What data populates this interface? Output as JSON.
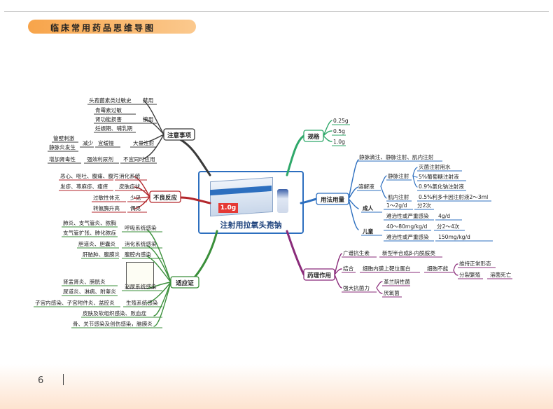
{
  "header": {
    "title": "临床常用药品思维导图"
  },
  "footer": {
    "page_number": "6"
  },
  "center": {
    "label": "注射用拉氧头孢钠",
    "box_dose": "1.0g"
  },
  "colors": {
    "caution": "#3a3a3a",
    "adverse": "#b3262b",
    "indication": "#3a8f3a",
    "spec": "#2fa86a",
    "usage": "#2d6fbf",
    "pharma": "#8a2b7a",
    "accent": "#f7a44a"
  },
  "branches": {
    "caution": {
      "label": "注意事项",
      "items": [
        "头孢菌素类过敏史",
        "禁用",
        "青霉素过敏",
        "肾功能损害",
        "慎用",
        "妊娠期、哺乳期",
        "管壁刺激",
        "静脉炎发生",
        "减少",
        "宜缓慢",
        "大量注射",
        "增加肾毒性",
        "强效利尿剂",
        "不宜同时应用"
      ]
    },
    "adverse": {
      "label": "不良反应",
      "items": [
        "恶心、呕吐、腹痛、腹泻",
        "消化系统",
        "发疹、荨麻疹、瘙痒",
        "皮肤症状",
        "过敏性休克",
        "少见",
        "转氨酶升高",
        "偶见"
      ]
    },
    "indication": {
      "label": "适应证",
      "items": [
        "肺炎、支气管炎、脓胸",
        "支气管扩张、肺化脓症",
        "呼吸系统感染",
        "胆道炎、胆囊炎",
        "消化系统感染",
        "肝脓肿、腹膜炎",
        "腹腔内感染",
        "肾盂肾炎、膀胱炎",
        "尿道炎、淋病、附睾炎",
        "泌尿系统感染",
        "子宫内感染、子宫附件炎、盆腔炎",
        "生殖系统感染",
        "皮肤及软组织感染、败血症",
        "骨、关节感染及创伤感染，脑膜炎"
      ]
    },
    "spec": {
      "label": "规格",
      "items": [
        "0.25g",
        "0.5g",
        "1.0g"
      ]
    },
    "usage": {
      "label": "用法用量",
      "items": [
        "静脉滴注、静脉注射、肌内注射",
        "溶解液",
        "静脉注射",
        "灭菌注射用水",
        "5%葡萄糖注射液",
        "0.9%氯化钠注射液",
        "肌内注射",
        "0.5%利多卡因注射液2～3ml",
        "成人",
        "1～2g/d",
        "分2次",
        "难治性或严重感染",
        "4g/d",
        "儿童",
        "40～80mg/kg/d",
        "分2～4次",
        "难治性或严重感染",
        "150mg/kg/d"
      ]
    },
    "pharma": {
      "label": "药理作用",
      "items": [
        "广谱抗生素",
        "新型半合成β-内酰胺类",
        "结合",
        "细胞内膜上靶位蛋白",
        "细胞不能",
        "维持正常形态",
        "分裂繁殖",
        "溶菌死亡",
        "强大抗菌力",
        "革兰阴性菌",
        "厌氧菌"
      ]
    }
  }
}
